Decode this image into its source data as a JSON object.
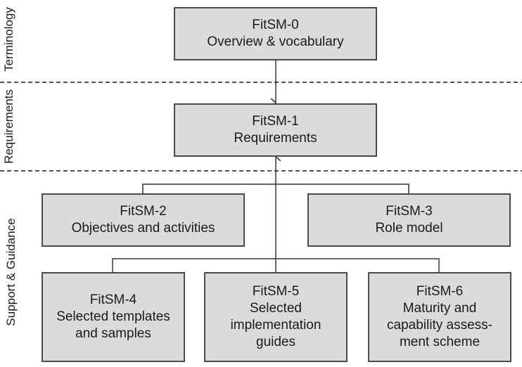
{
  "lanes": [
    {
      "label": "Terminology"
    },
    {
      "label": "Requirements"
    },
    {
      "label": "Support & Guidance"
    }
  ],
  "boxes": [
    {
      "id": "FitSM-0",
      "lines": [
        "FitSM-0",
        "Overview & vocabulary"
      ]
    },
    {
      "id": "FitSM-1",
      "lines": [
        "FitSM-1",
        "Requirements"
      ]
    },
    {
      "id": "FitSM-2",
      "lines": [
        "FitSM-2",
        "Objectives and activities"
      ]
    },
    {
      "id": "FitSM-3",
      "lines": [
        "FitSM-3",
        "Role model"
      ]
    },
    {
      "id": "FitSM-4",
      "lines": [
        "FitSM-4",
        "Selected templates",
        "and samples"
      ]
    },
    {
      "id": "FitSM-5",
      "lines": [
        "FitSM-5",
        "Selected",
        "implementation",
        "guides"
      ]
    },
    {
      "id": "FitSM-6",
      "lines": [
        "FitSM-6",
        "Maturity and",
        "capability assess-",
        "ment scheme"
      ]
    }
  ],
  "edges": [
    {
      "from": "FitSM-0",
      "to": "FitSM-1"
    },
    {
      "from": "FitSM-2",
      "to": "FitSM-1"
    },
    {
      "from": "FitSM-3",
      "to": "FitSM-1"
    },
    {
      "from": "FitSM-4",
      "to": "FitSM-1"
    },
    {
      "from": "FitSM-5",
      "to": "FitSM-1"
    },
    {
      "from": "FitSM-6",
      "to": "FitSM-1"
    }
  ],
  "colors": {
    "box_fill": "#dcdbdc",
    "border": "#4a4a4a",
    "divider": "#555555"
  }
}
